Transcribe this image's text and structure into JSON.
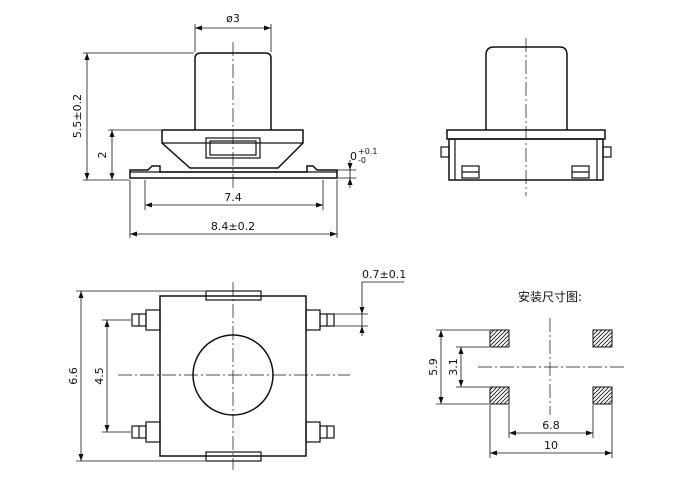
{
  "drawing": {
    "side_view": {
      "dia": "ø3",
      "height_total": "5.5±0.2",
      "height_body": "2",
      "tol_base": "0",
      "tol_plus": "+0.1",
      "tol_minus": "-0",
      "width_body": "7.4",
      "width_total": "8.4±0.2"
    },
    "top_view": {
      "pin_width": "0.7±0.1",
      "height": "6.6",
      "pin_pitch": "4.5"
    },
    "pad_layout": {
      "title": "安装尺寸图:",
      "height_outer": "5.9",
      "height_inner": "3.1",
      "width_inner": "6.8",
      "width_outer": "10"
    }
  }
}
